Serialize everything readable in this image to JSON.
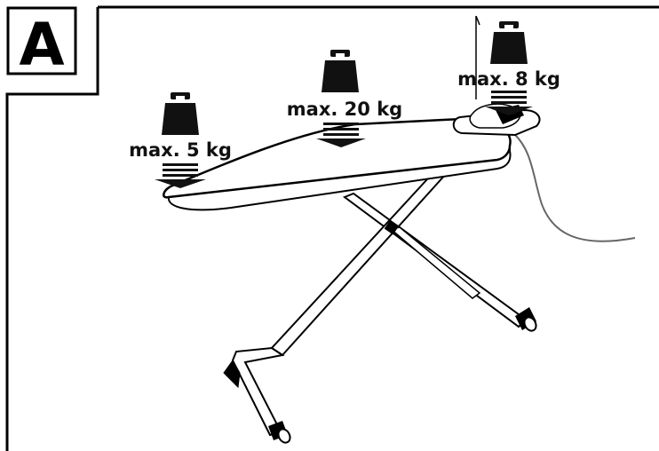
{
  "panel": {
    "letter": "A"
  },
  "weights": [
    {
      "id": "left",
      "label": "max. 5 kg"
    },
    {
      "id": "center",
      "label": "max. 20 kg"
    },
    {
      "id": "right",
      "label": "max. 8 kg"
    }
  ],
  "colors": {
    "ink": "#000000",
    "cord": "#666666",
    "weight_fill": "#111111"
  },
  "icons": [
    "weight-icon",
    "down-arrow-icon"
  ]
}
